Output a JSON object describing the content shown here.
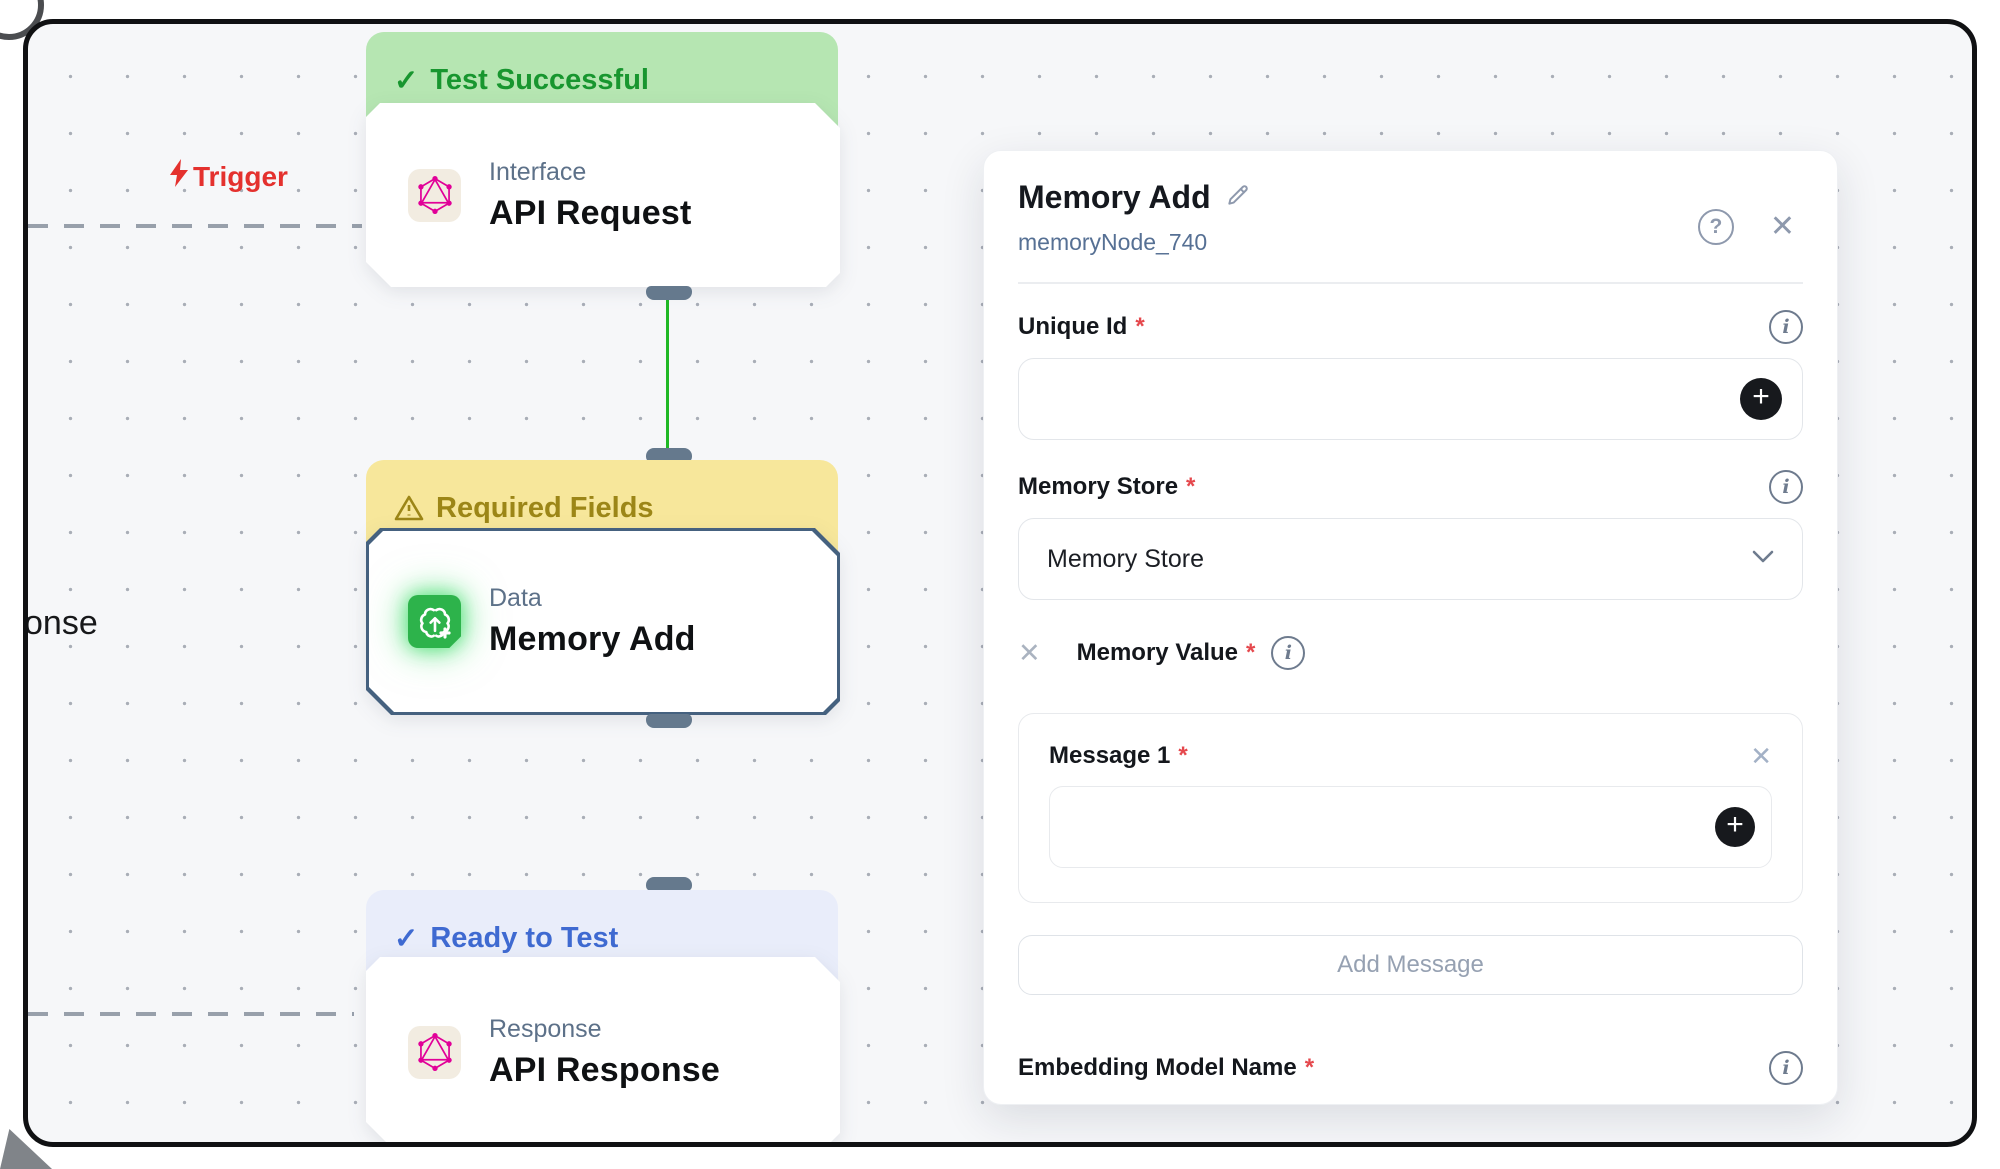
{
  "icons": {
    "check": "✓",
    "close": "✕",
    "plus": "+",
    "asterisk": "*"
  },
  "colors": {
    "canvas_bg": "#f6f7f9",
    "edge_green": "#1fb825",
    "success_banner_bg": "#b6e6b2",
    "success_banner_text": "#18962f",
    "warning_banner_bg": "#f7e79b",
    "warning_banner_text": "#9c8617",
    "ready_banner_bg": "#e9edfa",
    "ready_banner_text": "#3f6ad1",
    "trigger_red": "#e4312e",
    "selected_node_border": "#45617f",
    "handle": "#65798d",
    "graphql_pink": "#e10098",
    "memory_icon_green": "#2db34b",
    "required_red": "#e5484d"
  },
  "canvas": {
    "trigger": {
      "label": "Trigger"
    },
    "clipped_text": "onse",
    "nodes": [
      {
        "status_banner": "Test Successful",
        "category": "Interface",
        "title": "API Request"
      },
      {
        "status_banner": "Required Fields",
        "category": "Data",
        "title": "Memory Add"
      },
      {
        "status_banner": "Ready to Test",
        "category": "Response",
        "title": "API Response"
      }
    ]
  },
  "panel": {
    "title": "Memory Add",
    "subtitle": "memoryNode_740",
    "help_glyph": "?",
    "unique_id": {
      "label": "Unique Id",
      "value": ""
    },
    "memory_store": {
      "label": "Memory Store",
      "value": "Memory Store"
    },
    "memory_value": {
      "label": "Memory Value"
    },
    "message": {
      "label": "Message 1",
      "value": ""
    },
    "add_message_button": "Add Message",
    "embedding_model": {
      "label": "Embedding Model Name"
    }
  }
}
